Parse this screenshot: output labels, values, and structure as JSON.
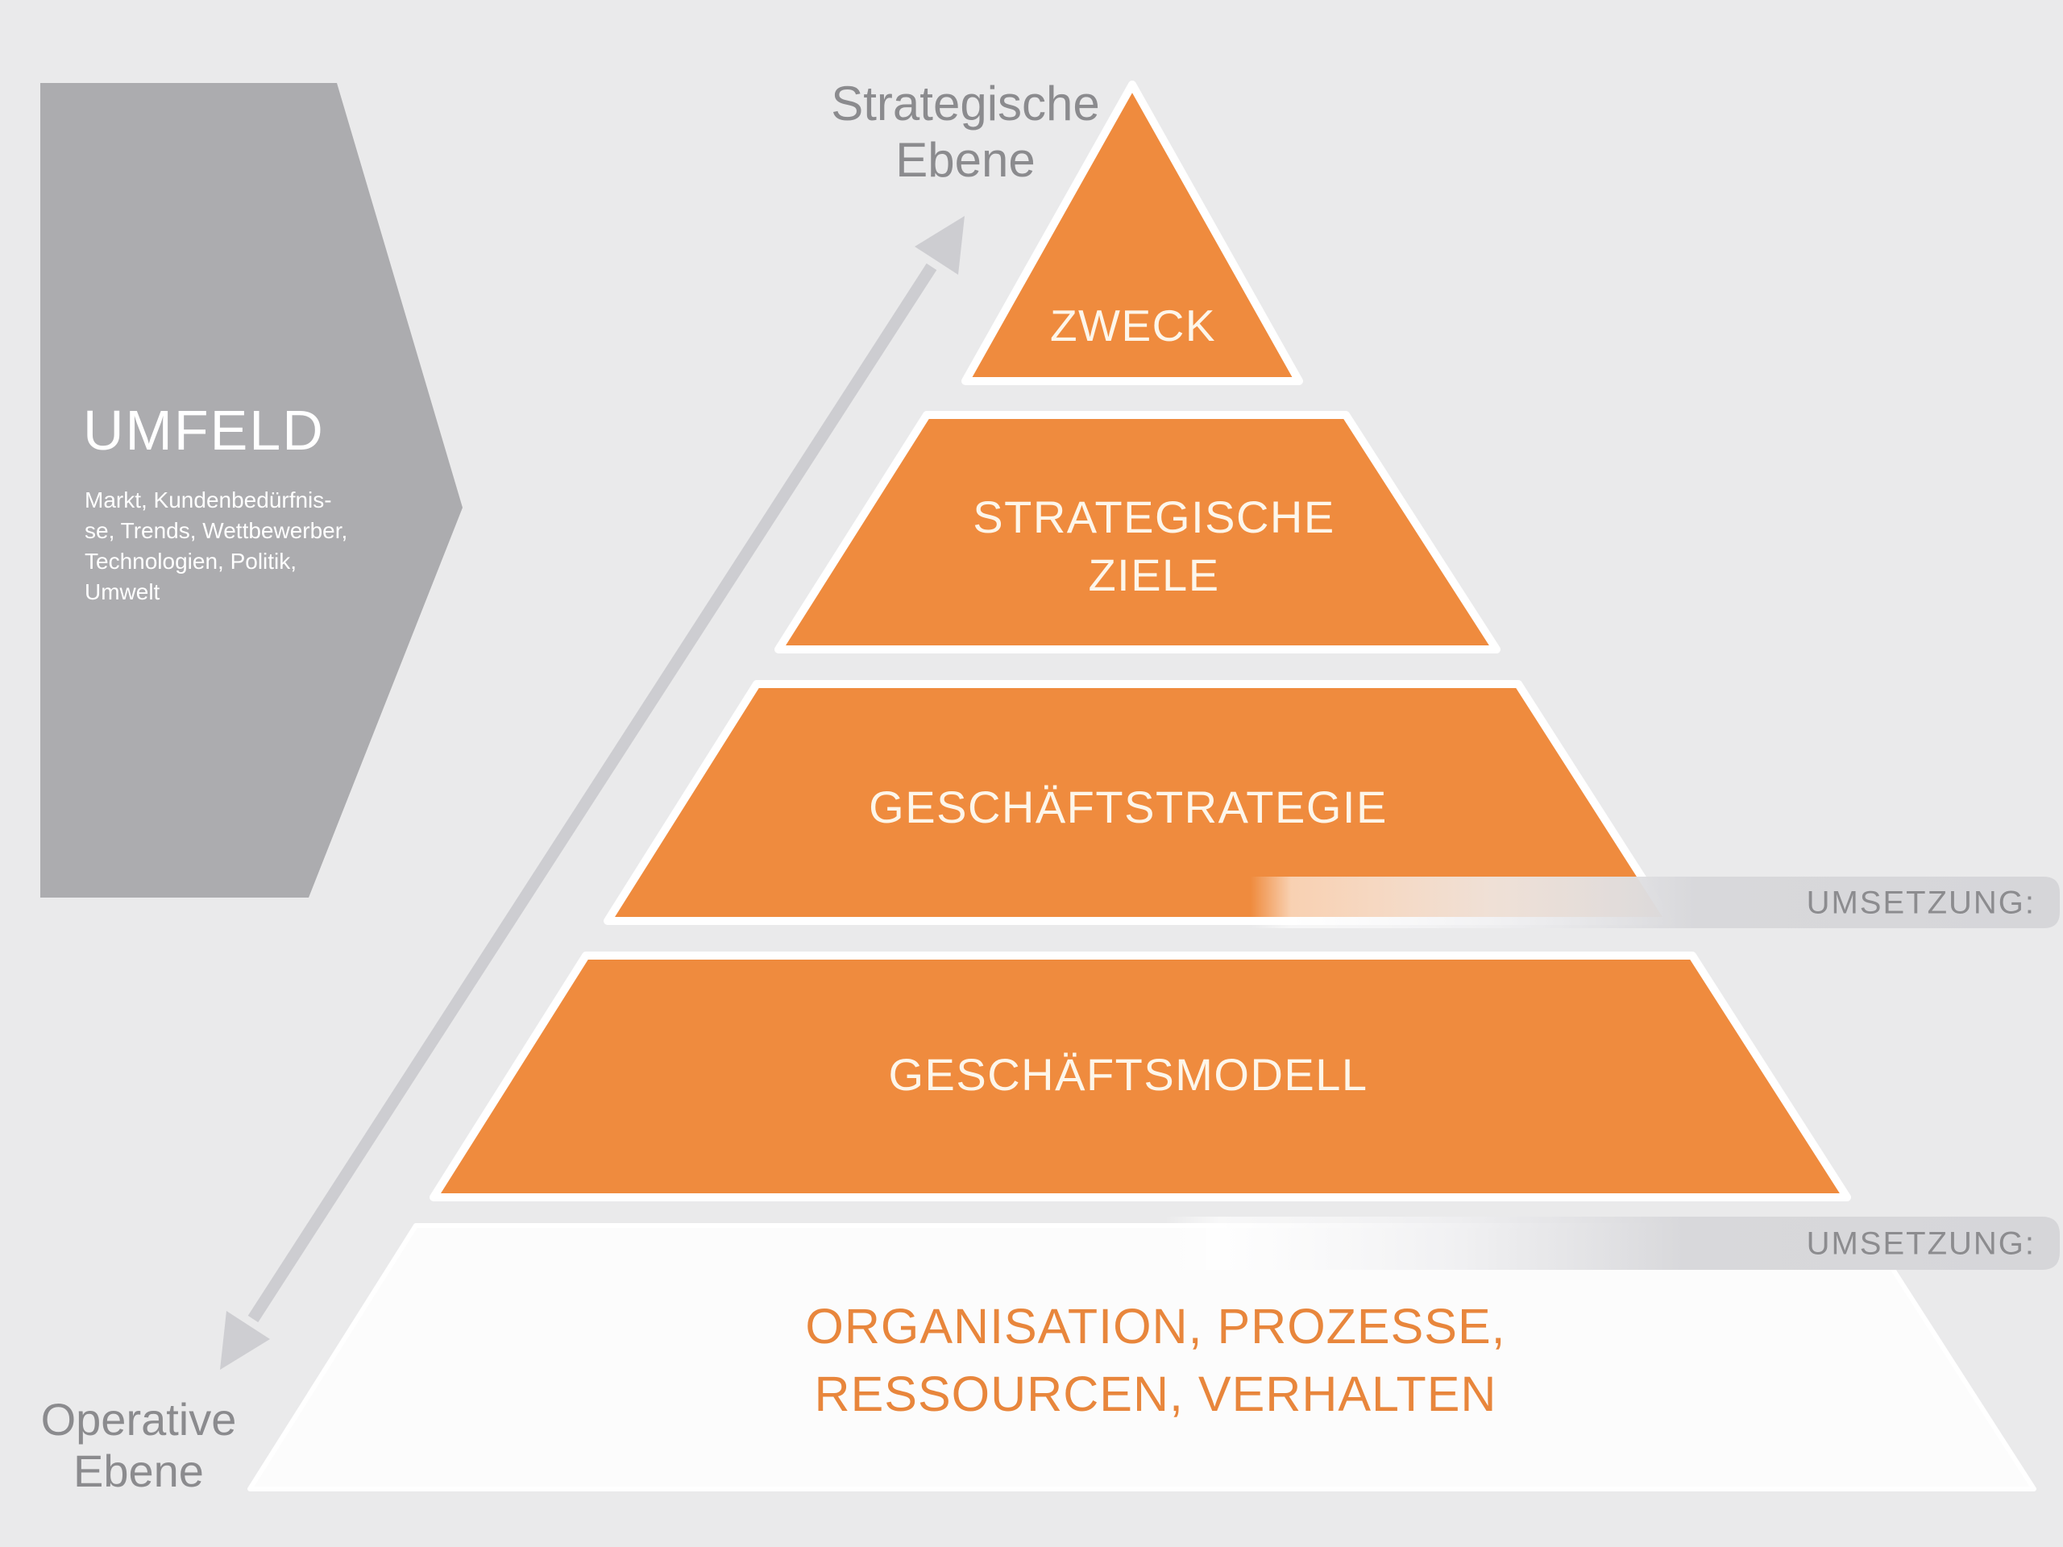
{
  "colors": {
    "background": "#EAEAEB",
    "pyramid_orange": "#EF8B3E",
    "umfeld_gray": "#ACACAF",
    "bar_gray": "#D7D7DA",
    "label_gray": "#8B8B8E",
    "arrow_gray": "#CBCBCF",
    "level5_text_orange": "#E8863C",
    "level_text": "#FDF6EA"
  },
  "umfeld": {
    "title": "UMFELD",
    "description": "Markt, Kundenbedürfnis-\nse, Trends, Wettbewerber,\nTechnologien, Politik,\nUmwelt"
  },
  "axis": {
    "top_label": "Strategische\nEbene",
    "bottom_label": "Operative\nEbene"
  },
  "pyramid": {
    "levels": [
      {
        "id": "zweck",
        "label": "ZWECK"
      },
      {
        "id": "strategische-ziele",
        "label": "STRATEGISCHE\nZIELE"
      },
      {
        "id": "geschaeftstrategie",
        "label": "GESCHÄFTSTRATEGIE"
      },
      {
        "id": "geschaeftsmodell",
        "label": "GESCHÄFTSMODELL"
      },
      {
        "id": "organisation-prozesse",
        "label": "ORGANISATION, PROZESSE,\nRESSOURCEN, VERHALTEN"
      }
    ]
  },
  "umsetzung_bars": [
    {
      "label": "UMSETZUNG:"
    },
    {
      "label": "UMSETZUNG:"
    }
  ]
}
